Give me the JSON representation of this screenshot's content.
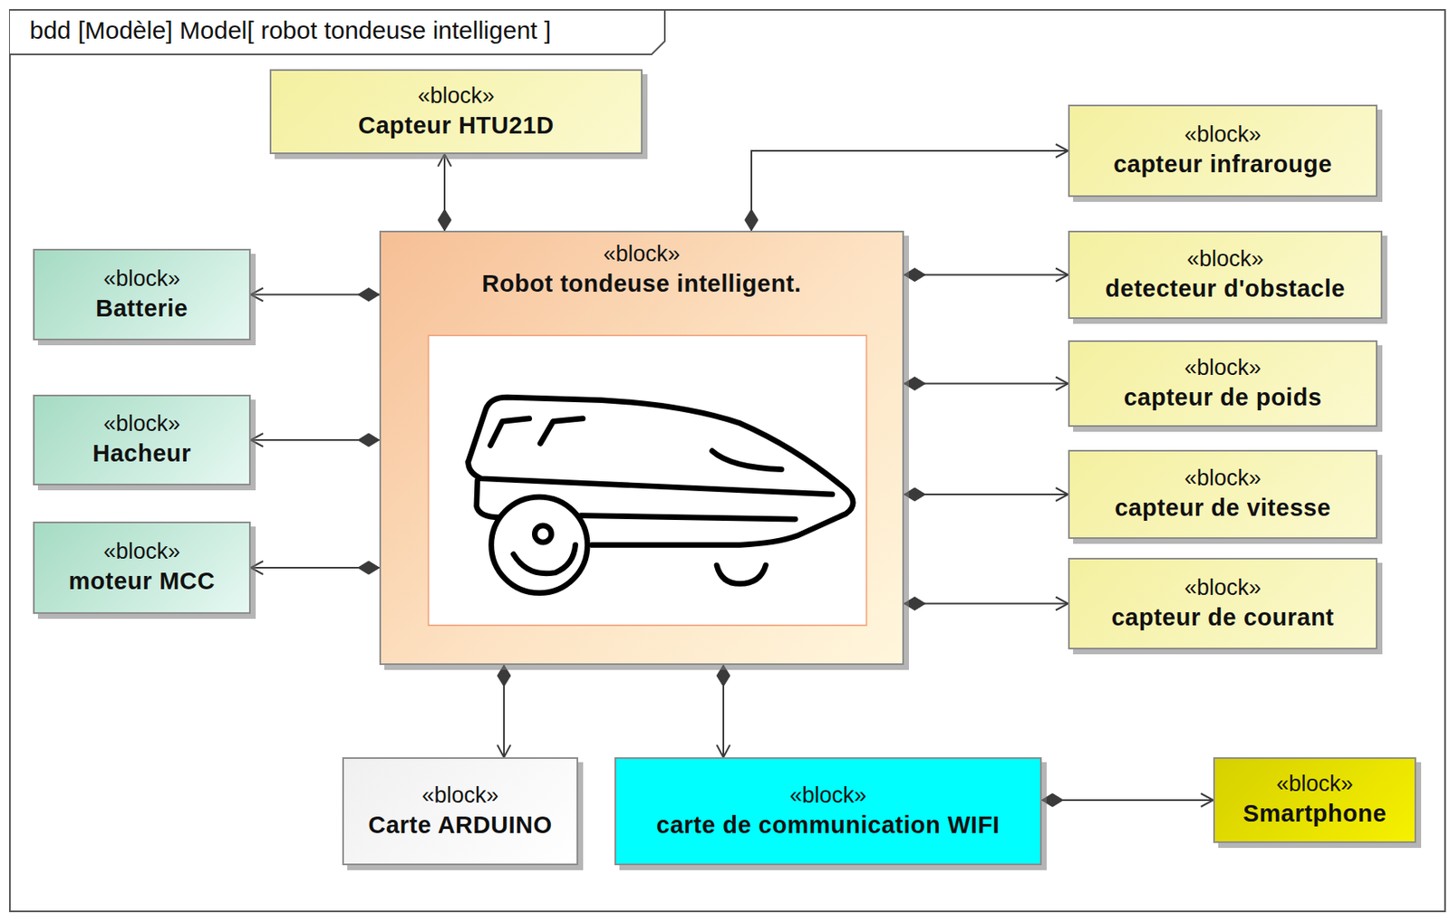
{
  "diagram": {
    "title": "bdd [Modèle] Model[ robot tondeuse intelligent ]",
    "nodes": [
      {
        "text": [
          "«block»",
          "Capteur HTU21D"
        ]
      },
      {
        "text": [
          "«block»",
          "capteur infrarouge"
        ]
      },
      {
        "text": [
          "«block»",
          "Batterie"
        ]
      },
      {
        "text": [
          "«block»",
          "Robot tondeuse intelligent."
        ]
      },
      {
        "text": [
          "«block»",
          "detecteur d'obstacle"
        ]
      },
      {
        "text": [
          "«block»",
          "capteur de poids"
        ]
      },
      {
        "text": [
          "«block»",
          "Hacheur"
        ]
      },
      {
        "text": [
          "«block»",
          "moteur MCC"
        ]
      },
      {
        "text": [
          "«block»",
          "capteur de vitesse"
        ]
      },
      {
        "text": [
          "«block»",
          "capteur de courant"
        ]
      },
      {
        "text": [
          "«block»",
          "Carte ARDUINO"
        ]
      },
      {
        "text": [
          "«block»",
          "carte de communication WIFI"
        ]
      },
      {
        "text": [
          "«block»",
          "Smartphone"
        ]
      }
    ],
    "edges": [
      {
        "from": 3,
        "to": 0,
        "arrow": "to"
      },
      {
        "from": 3,
        "to": 1,
        "arrow": "to"
      },
      {
        "from": 3,
        "to": 2,
        "arrow": "to"
      },
      {
        "from": 3,
        "to": 4,
        "arrow": "to"
      },
      {
        "from": 3,
        "to": 5,
        "arrow": "to"
      },
      {
        "from": 3,
        "to": 6,
        "arrow": "to"
      },
      {
        "from": 3,
        "to": 7,
        "arrow": "to"
      },
      {
        "from": 3,
        "to": 8,
        "arrow": "to"
      },
      {
        "from": 3,
        "to": 9,
        "arrow": "to"
      },
      {
        "from": 3,
        "to": 10,
        "arrow": "to"
      },
      {
        "from": 3,
        "to": 11,
        "arrow": "to"
      },
      {
        "from": 11,
        "to": 12,
        "arrow": "to"
      }
    ]
  }
}
